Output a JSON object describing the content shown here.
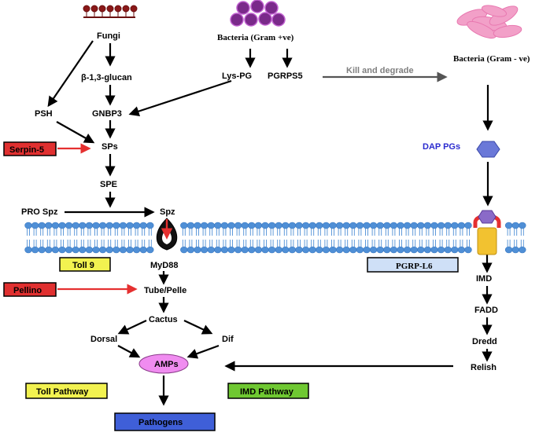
{
  "nodes": {
    "fungi": "Fungi",
    "beta_glucan": "β-1,3-glucan",
    "gnbp3": "GNBP3",
    "psh": "PSH",
    "sps": "SPs",
    "spe": "SPE",
    "pro_spz": "PRO Spz",
    "spz": "Spz",
    "bacteria_gram_pos": "Bacteria (Gram +ve)",
    "lys_pg": "Lys-PG",
    "pgrps5": "PGRPS5",
    "kill_degrade": "Kill and degrade",
    "bacteria_gram_neg": "Bacteria (Gram - ve)",
    "dap_pgs": "DAP PGs",
    "myd88": "MyD88",
    "tube_pelle": "Tube/Pelle",
    "cactus": "Cactus",
    "dorsal": "Dorsal",
    "dif": "Dif",
    "amps": "AMPs",
    "pathogens": "Pathogens",
    "imd": "IMD",
    "fadd": "FADD",
    "dredd": "Dredd",
    "relish": "Relish"
  },
  "boxes": {
    "serpin5": "Serpin-5",
    "pellino": "Pellino",
    "toll9": "Toll 9",
    "pgrp_l6": "PGRP-L6",
    "toll_pathway": "Toll Pathway",
    "imd_pathway": "IMD Pathway"
  },
  "colors": {
    "membrane": "#4f8fd6",
    "red_box": "#e03030",
    "yellow_box": "#f2f250",
    "green_box": "#6fc832",
    "blue_box": "#3f5fd8",
    "pgrp_box": "#cfe0f7",
    "amps_fill": "#f08cf0",
    "bacteria_pos": "#7a2a8a",
    "bacteria_neg": "#f2a0c8",
    "dap_hex": "#6a78d8",
    "red_arrow": "#e53030",
    "receptor_yellow": "#f2c230"
  }
}
